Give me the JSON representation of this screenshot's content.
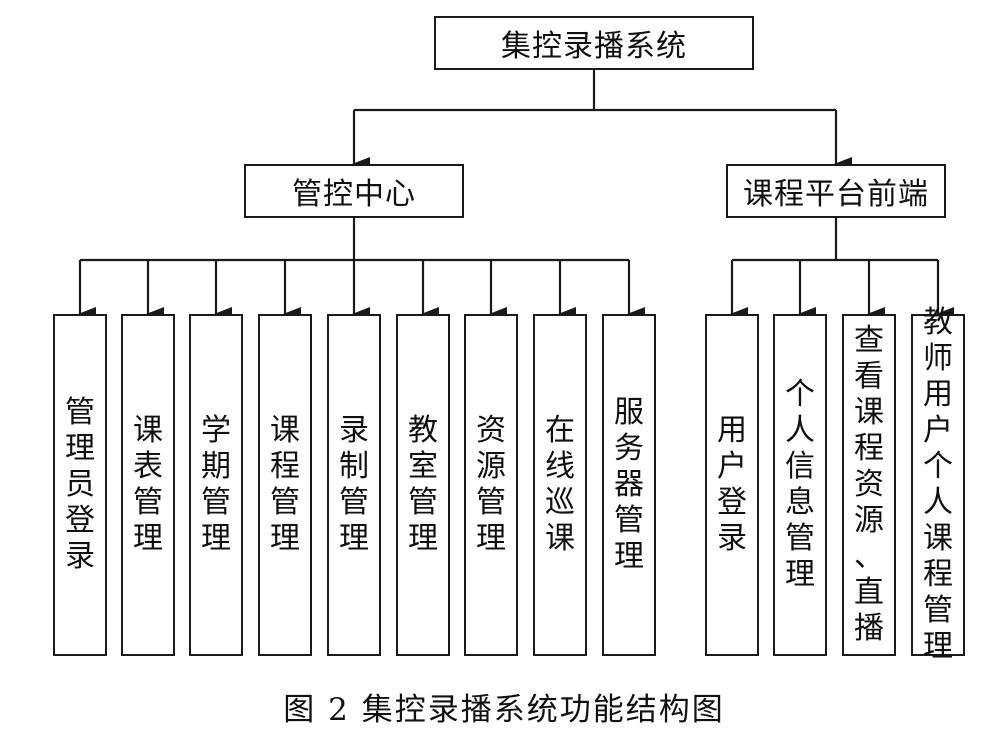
{
  "root": {
    "label": "集控录播系统"
  },
  "groups": [
    {
      "label": "管控中心",
      "items": [
        "管理员登录",
        "课表管理",
        "学期管理",
        "课程管理",
        "录制管理",
        "教室管理",
        "资源管理",
        "在线巡课",
        "服务器管理"
      ]
    },
    {
      "label": "课程平台前端",
      "items": [
        "用户登录",
        "个人信息管理",
        "查看课程资源、直播",
        "教师用户个人课程管理"
      ]
    }
  ],
  "caption": "图 2   集控录播系统功能结构图",
  "colors": {
    "stroke": "#1a1a1a",
    "background": "#ffffff"
  }
}
